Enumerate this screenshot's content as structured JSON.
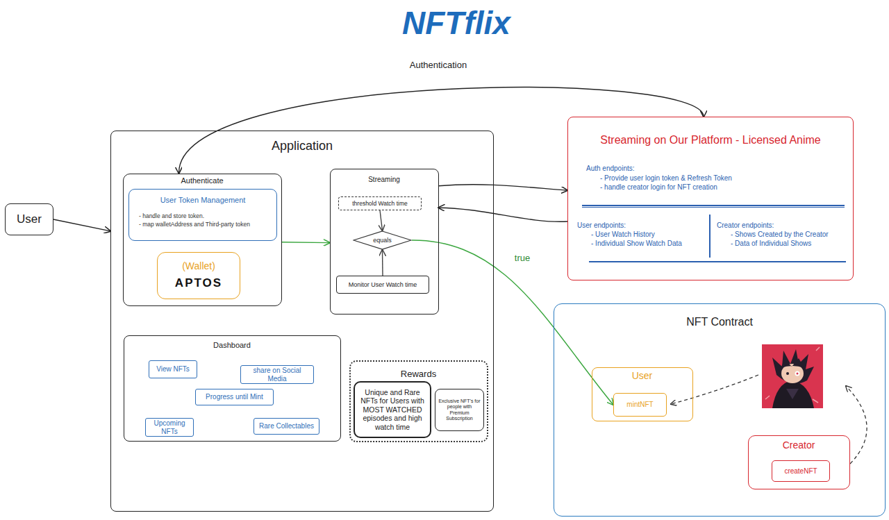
{
  "diagram": {
    "title": "NFTflix",
    "nodes": [
      {
        "text": [
          "User"
        ]
      },
      {
        "text": [
          "Application"
        ]
      },
      {
        "text": [
          "Authenticate"
        ],
        "in": 1
      },
      {
        "text": [
          "User Token Management",
          "- handle and store token.",
          "- map walletAddress and Third-party token"
        ],
        "in": 2
      },
      {
        "text": [
          "(Wallet)",
          "APTOS"
        ],
        "in": 2
      },
      {
        "text": [
          "Streaming"
        ],
        "in": 1
      },
      {
        "text": [
          "threshold Watch time"
        ],
        "in": 5
      },
      {
        "text": [
          "equals"
        ],
        "in": 5
      },
      {
        "text": [
          "Monitor User Watch time"
        ],
        "in": 5
      },
      {
        "text": [
          "Dashboard"
        ],
        "in": 1
      },
      {
        "text": [
          "View NFTs"
        ],
        "in": 9
      },
      {
        "text": [
          "share on Social Media"
        ],
        "in": 9
      },
      {
        "text": [
          "Progress until Mint"
        ],
        "in": 9
      },
      {
        "text": [
          "Upcoming NFTs"
        ],
        "in": 9
      },
      {
        "text": [
          "Rare Collectables"
        ],
        "in": 9
      },
      {
        "text": [
          "Rewards"
        ],
        "in": 1
      },
      {
        "text": [
          "Unique and Rare NFTs for Users with MOST WATCHED episodes and high watch time"
        ],
        "in": 15
      },
      {
        "text": [
          "Exclusive NFT's for people with Premium Subscription"
        ],
        "in": 15
      },
      {
        "text": [
          "Streaming on Our Platform - Licensed Anime",
          "Auth endpoints:",
          "- Provide user login token & Refresh Token",
          "- handle creator login for NFT creation",
          "User endpoints:",
          "- User Watch History",
          "- Individual Show Watch Data",
          "Creator endpoints:",
          "- Shows Created by the Creator",
          "- Data of Individual Shows"
        ]
      },
      {
        "text": [
          "NFT Contract"
        ]
      },
      {
        "text": [
          "User"
        ],
        "in": 19
      },
      {
        "text": [
          "mintNFT"
        ],
        "in": 20
      },
      {
        "text": [
          "Creator"
        ],
        "in": 19
      },
      {
        "text": [
          "createNFT"
        ],
        "in": 22
      }
    ],
    "edges": [
      {
        "from": 0,
        "to": 1,
        "arrow": "to"
      },
      {
        "from": 18,
        "to": 2,
        "label": "Authentication",
        "arrow": "both"
      },
      {
        "from": 2,
        "to": 5,
        "arrow": "to"
      },
      {
        "from": 6,
        "to": 7,
        "arrow": "to"
      },
      {
        "from": 8,
        "to": 7,
        "arrow": "to"
      },
      {
        "from": 5,
        "to": 18,
        "arrow": "to"
      },
      {
        "from": 18,
        "to": 5,
        "arrow": "to"
      },
      {
        "from": 7,
        "to": 21,
        "label": "true",
        "arrow": "to"
      }
    ]
  }
}
